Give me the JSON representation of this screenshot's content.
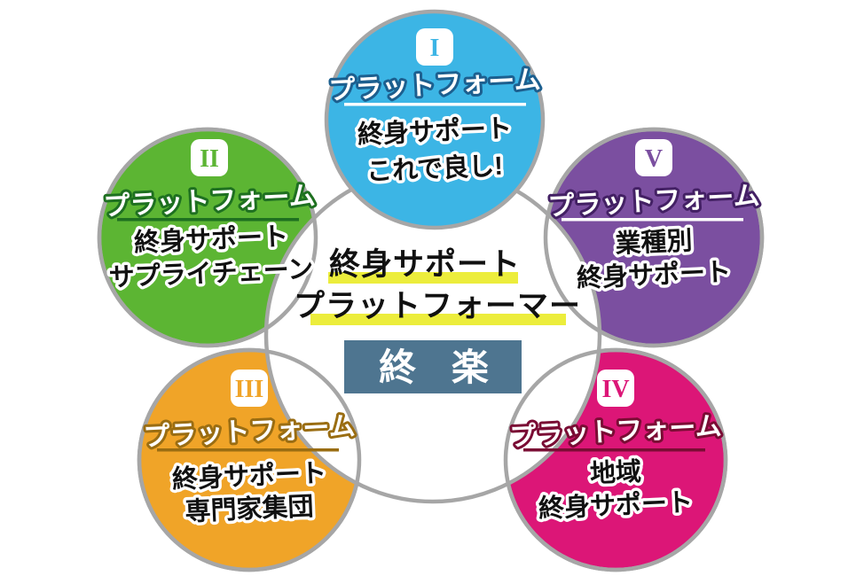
{
  "diagram": {
    "center": {
      "line1": "終身サポート",
      "line2": "プラットフォーマー",
      "box_label": "終 楽",
      "box_bg": "#4e7590",
      "highlight_color": "#eced3c"
    },
    "platforms": [
      {
        "numeral": "I",
        "label": "プラットフォーム",
        "line1": "終身サポート",
        "line2": "これで良し!",
        "color": "#3cb5e5",
        "outline_color": "#1c5f8f",
        "underline_color": "#ffffff"
      },
      {
        "numeral": "II",
        "label": "プラットフォーム",
        "line1": "終身サポート",
        "line2": "サプライチェーン",
        "color": "#5cb533",
        "outline_color": "#1e7020",
        "underline_color": "#1e7020"
      },
      {
        "numeral": "III",
        "label": "プラットフォーム",
        "line1": "終身サポート",
        "line2": "専門家集団",
        "color": "#f0a428",
        "outline_color": "#9a6d12",
        "underline_color": "#9a6d12"
      },
      {
        "numeral": "IV",
        "label": "プラットフォーム",
        "line1": "地域",
        "line2": "終身サポート",
        "color": "#dc1677",
        "outline_color": "#7a0c34",
        "underline_color": "#7a0c34"
      },
      {
        "numeral": "V",
        "label": "プラットフォーム",
        "line1": "業種別",
        "line2": "終身サポート",
        "color": "#7b4fa0",
        "outline_color": "#432064",
        "underline_color": "#ffffff"
      }
    ],
    "ring_color": "#a6a6a6"
  }
}
